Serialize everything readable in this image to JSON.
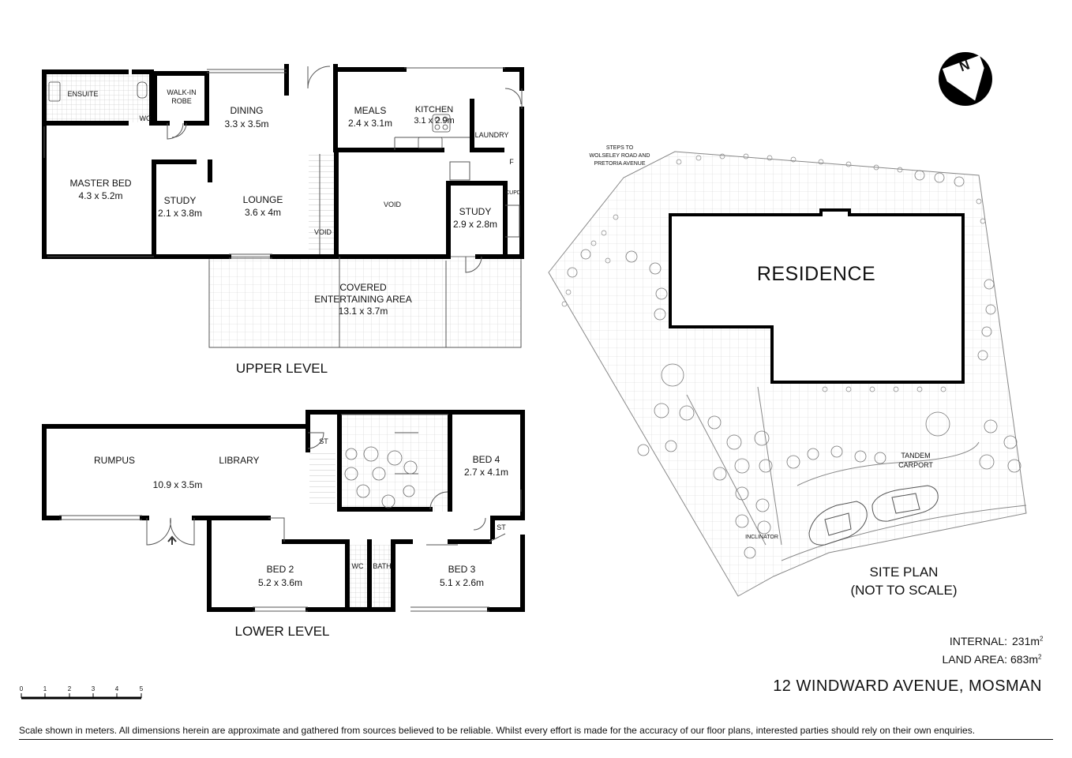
{
  "upper_level": {
    "title": "UPPER LEVEL",
    "rooms": {
      "ensuite": "ENSUITE",
      "wc": "WC",
      "walk_in_robe": "WALK-IN ROBE",
      "dining_name": "DINING",
      "dining_size": "3.3 x 3.5m",
      "meals_name": "MEALS",
      "meals_size": "2.4 x 3.1m",
      "kitchen_name": "KITCHEN",
      "kitchen_size": "3.1 x 2.9m",
      "laundry": "LAUNDRY",
      "fridge": "F",
      "master_bed_name": "MASTER BED",
      "master_bed_size": "4.3 x 5.2m",
      "study_name": "STUDY",
      "study_size": "2.1 x 3.8m",
      "lounge_name": "LOUNGE",
      "lounge_size": "3.6 x 4m",
      "void": "VOID",
      "void_stair": "VOID",
      "study2_name": "STUDY",
      "study2_size": "2.9 x 2.8m",
      "cupd": "CUPD",
      "covered_line1": "COVERED",
      "covered_line2": "ENTERTAINING AREA",
      "covered_size": "13.1 x 3.7m"
    }
  },
  "lower_level": {
    "title": "LOWER LEVEL",
    "rooms": {
      "rumpus": "RUMPUS",
      "library": "LIBRARY",
      "rumpus_size": "10.9 x 3.5m",
      "st": "ST",
      "st2": "ST",
      "bed4_name": "BED 4",
      "bed4_size": "2.7 x 4.1m",
      "bed2_name": "BED 2",
      "bed2_size": "5.2 x 3.6m",
      "wc": "WC",
      "bath": "BATH",
      "bed3_name": "BED 3",
      "bed3_size": "5.1 x 2.6m"
    }
  },
  "site_plan": {
    "residence": "RESIDENCE",
    "steps_line1": "STEPS TO",
    "steps_line2": "WOLSELEY ROAD AND",
    "steps_line3": "PRETORIA AVENUE",
    "tandem_line1": "TANDEM",
    "tandem_line2": "CARPORT",
    "inclinator": "INCLINATOR",
    "title_line1": "SITE PLAN",
    "title_line2": "(NOT TO SCALE)",
    "compass_letter": "N"
  },
  "areas": {
    "internal_label": "INTERNAL:",
    "internal_value": "231m",
    "land_label": "LAND AREA:",
    "land_value": "683m",
    "unit_power": "2"
  },
  "address": "12 WINDWARD AVENUE, MOSMAN",
  "scale_bar": {
    "ticks": [
      "0",
      "1",
      "2",
      "3",
      "4",
      "5"
    ]
  },
  "disclaimer": "Scale shown in meters. All dimensions herein are approximate and gathered from sources believed to be  reliable. Whilst every effort is made for the accuracy of our floor plans, interested parties should rely on their own enquiries."
}
